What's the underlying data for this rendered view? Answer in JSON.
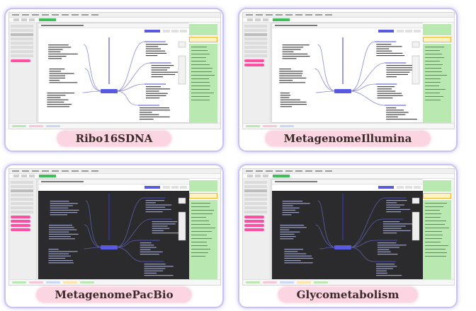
{
  "cards": [
    {
      "label": "Ribo16SDNA",
      "canvas": "light"
    },
    {
      "label": "MetagenomeIllumina",
      "canvas": "light"
    },
    {
      "label": "MetagenomePacBio",
      "canvas": "dark"
    },
    {
      "label": "Glycometabolism",
      "canvas": "dark"
    }
  ],
  "colors": {
    "card_border": "#c9c3f2",
    "pill_bg": "#fbd5e1",
    "mindmap_node": "#5a5ae0",
    "panel_green": "#b9e8b0",
    "accent_pink": "#ff4fa3",
    "run_green": "#3fbf5a",
    "dark_canvas": "#2b2b2e"
  }
}
